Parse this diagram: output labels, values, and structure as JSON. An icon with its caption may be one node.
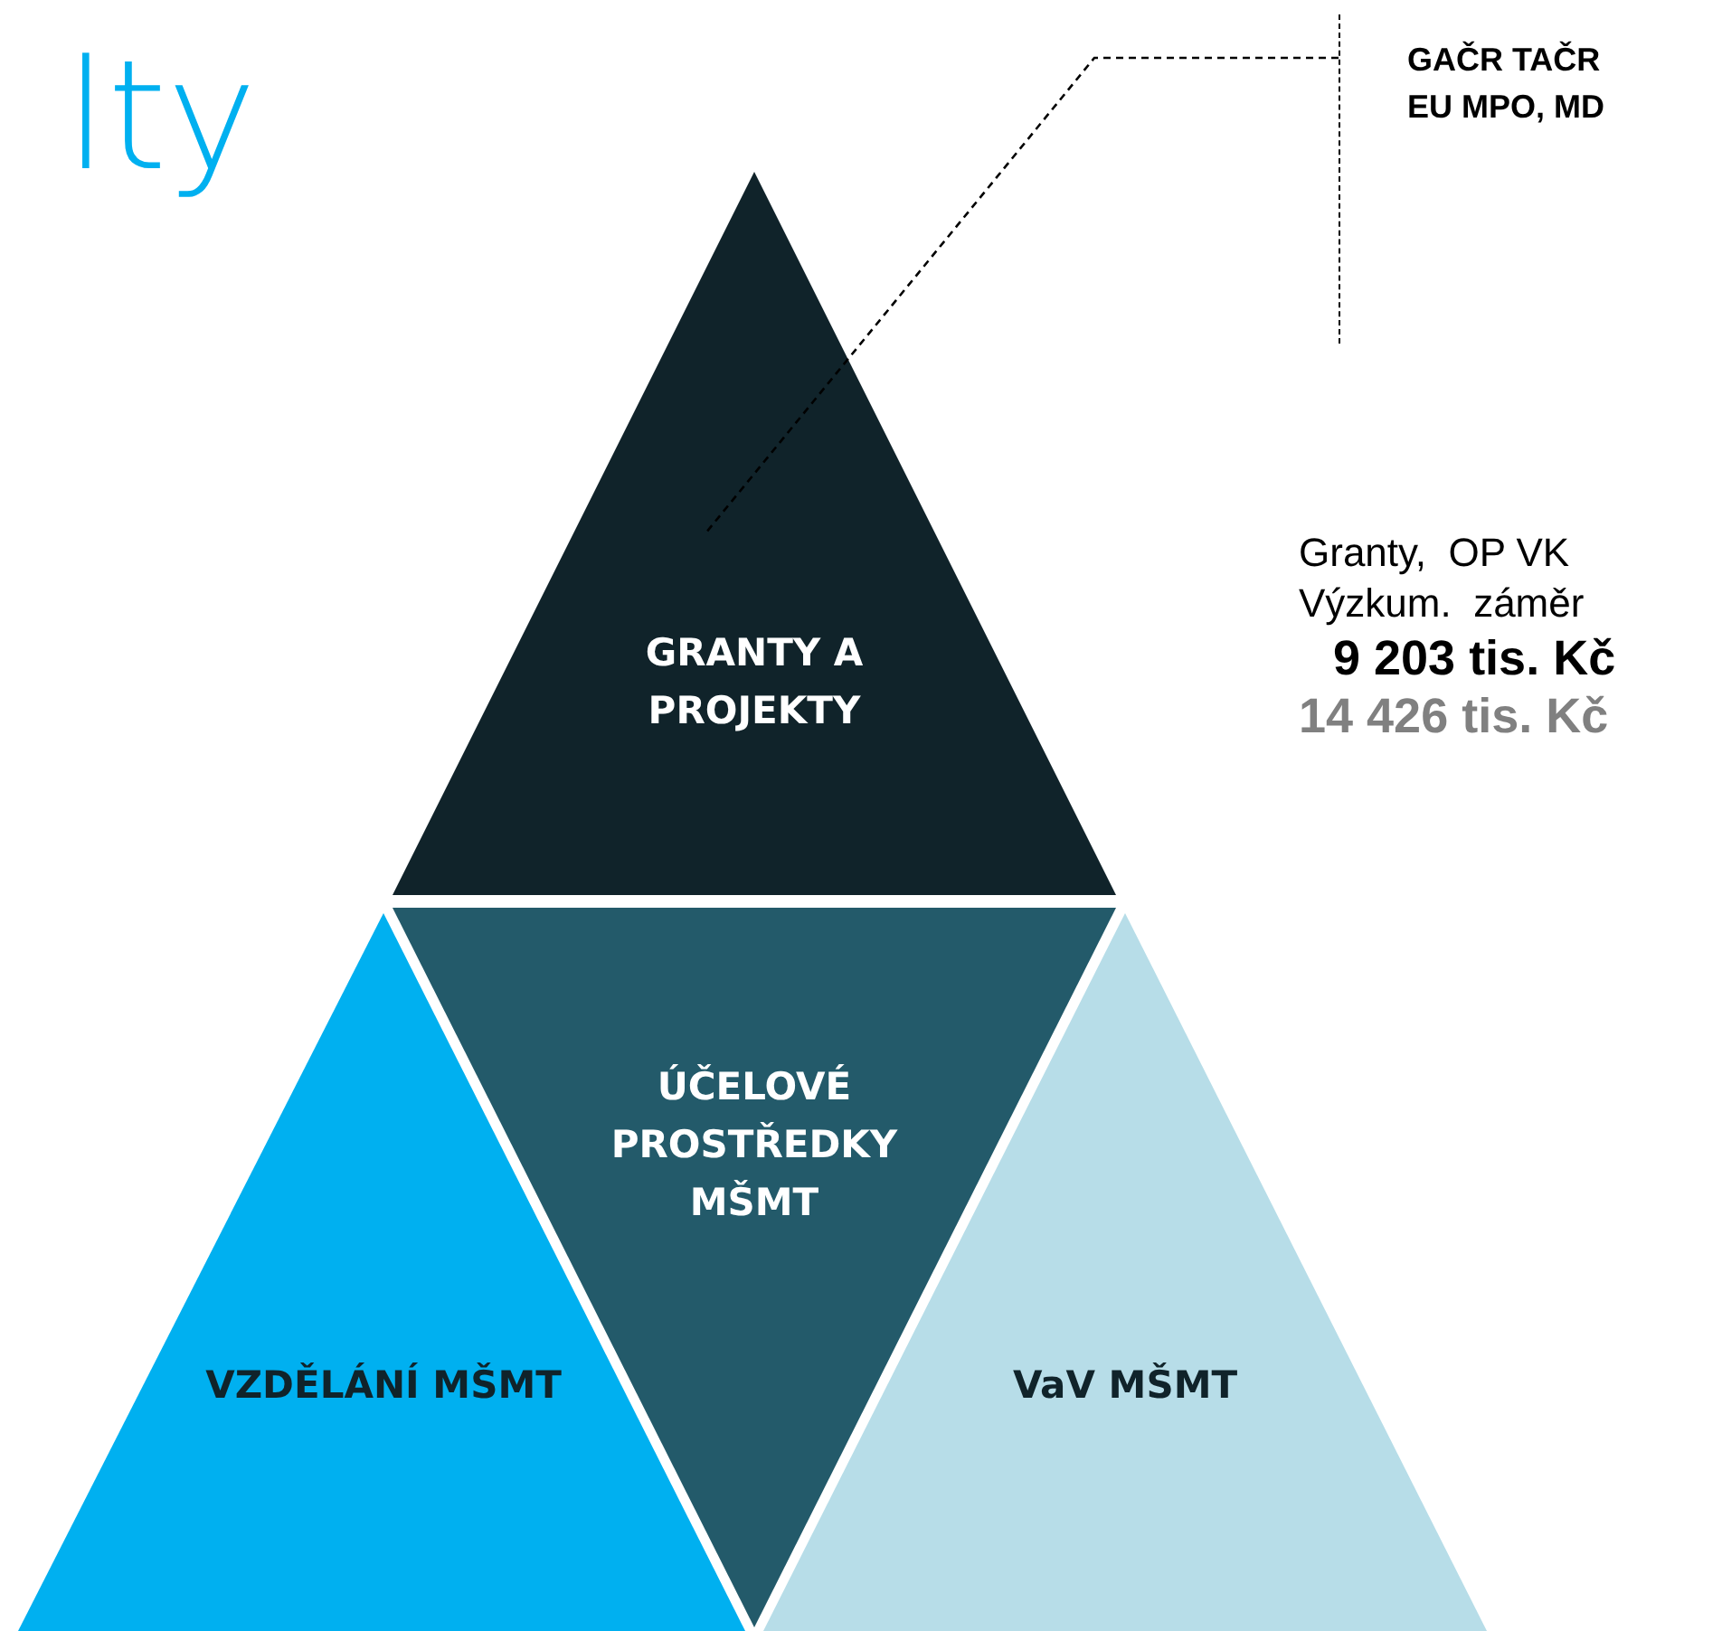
{
  "diagram": {
    "title": "lty",
    "nodes": [
      {
        "text": [
          "GRANTY A PROJEKTY"
        ]
      },
      {
        "text": [
          "ÚČELOVÉ PROSTŘEDKY MŠMT"
        ]
      },
      {
        "text": [
          "VZDĚLÁNÍ MŠMT"
        ]
      },
      {
        "text": [
          "VaV MŠMT"
        ]
      },
      {
        "text": [
          "GAČR TAČR EU MPO, MD"
        ]
      }
    ],
    "edges": [
      {
        "from": 4,
        "to": 0,
        "arrow": "none",
        "style": "dashed"
      }
    ],
    "labels": [
      "Granty,  OP VK",
      "Výzkum.  záměr",
      "9 203 tis. Kč",
      "14 426 tis. Kč"
    ]
  }
}
